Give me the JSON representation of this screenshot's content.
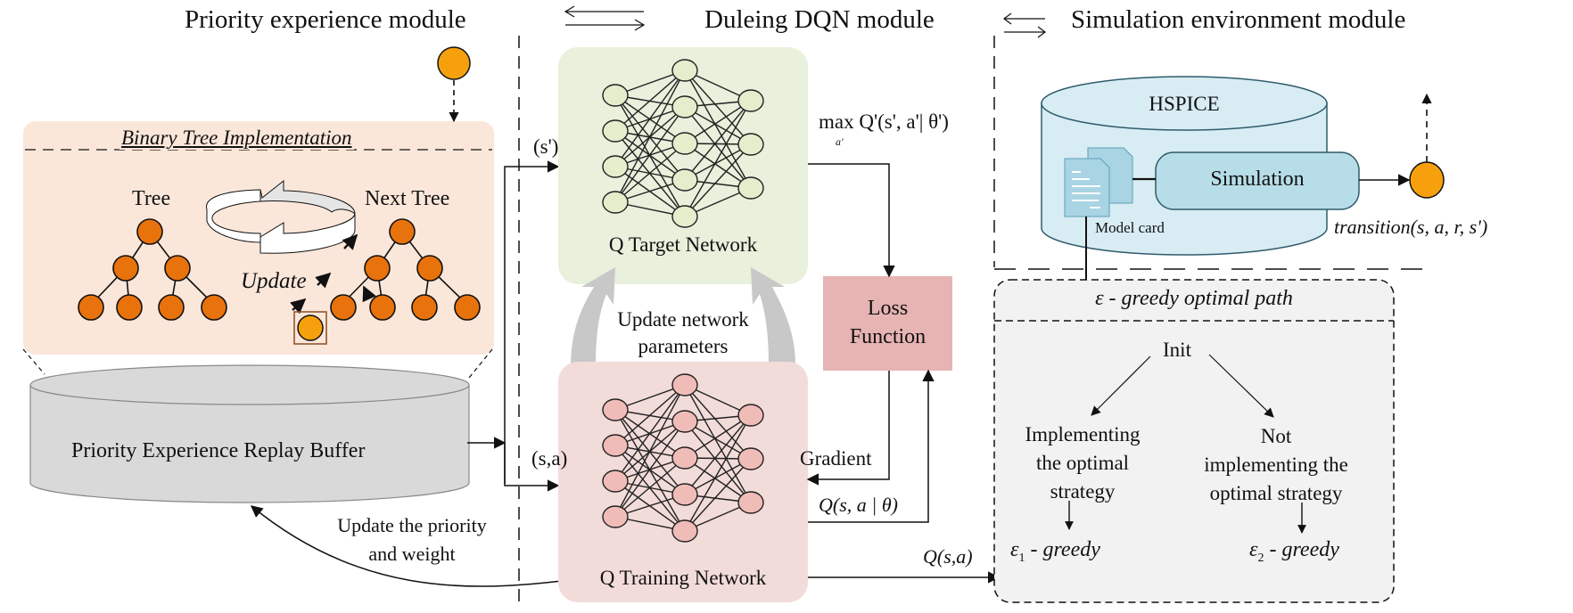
{
  "headers": {
    "priority_module": "Priority experience module",
    "dqn_module": "Duleing DQN module",
    "sim_module": "Simulation environment module"
  },
  "binary_tree": {
    "title": "Binary Tree Implementation",
    "tree_label": "Tree",
    "next_tree_label": "Next Tree",
    "update_label": "Update"
  },
  "replay_buffer": {
    "label": "Priority Experience Replay Buffer"
  },
  "edges": {
    "s_prime": "(s')",
    "s_a_input": "(s,a)",
    "update_priority_line1": "Update the  priority",
    "update_priority_line2": "and weight",
    "update_params_line1": "Update network",
    "update_params_line2": "parameters",
    "max_q": "max Q'(s', a'| θ')",
    "max_sub": "a'",
    "gradient": "Gradient",
    "q_theta": "Q(s, a | θ)",
    "q_sa": "Q(s,a)",
    "transition": "transition(s, a, r, s')"
  },
  "networks": {
    "target_label": "Q Target Network",
    "training_label": "Q Training Network",
    "layers": [
      4,
      5,
      3
    ]
  },
  "loss": {
    "line1": "Loss",
    "line2": "Function"
  },
  "simulation": {
    "hspice": "HSPICE",
    "simulation": "Simulation",
    "model_card": "Model card"
  },
  "greedy": {
    "title": "ε - greedy optimal path",
    "init": "Init",
    "left_line1": "Implementing",
    "left_line2": "the optimal",
    "left_line3": "strategy",
    "right_line1": "Not",
    "right_line2": "implementing the",
    "right_line3": "optimal strategy",
    "eps1": "ε",
    "eps1_sub": "1",
    "eps1_rest": " - greedy",
    "eps2": "ε",
    "eps2_sub": "2",
    "eps2_rest": " - greedy"
  },
  "colors": {
    "tree_bg": "#fbe7da",
    "tree_node": "#e8720c",
    "sample_node": "#f7a00d",
    "target_bg": "#e9f0dc",
    "target_node": "#e4edcc",
    "training_bg": "#f2dcd9",
    "training_node": "#f0bcb8",
    "loss_bg": "#e6b4b2",
    "buffer_fill": "#d9d9d9",
    "hspice_fill": "#d8ecf3",
    "sim_fill": "#b7dde8",
    "greedy_bg": "#f2f2f2",
    "update_arrow": "#c8c8c8"
  }
}
